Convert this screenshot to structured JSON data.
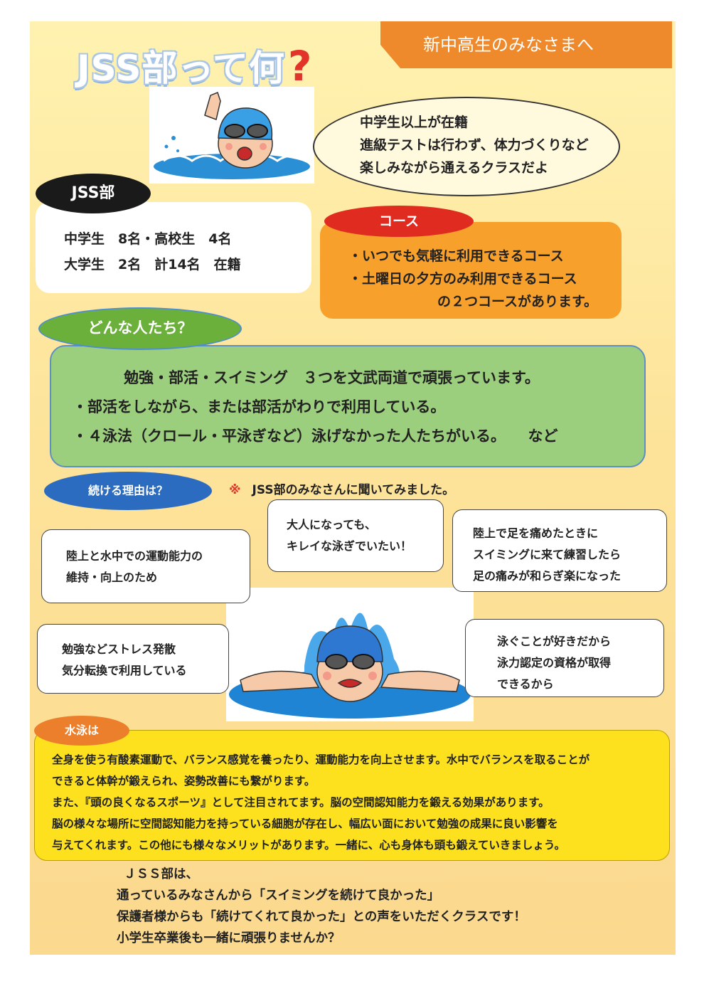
{
  "header": {
    "title": "JSS部って何",
    "title_mark": "?",
    "banner": "新中高生のみなさまへ"
  },
  "intro_bubble": {
    "lines": [
      "中学生以上が在籍",
      "進級テストは行わず、体力づくりなど",
      "楽しみながら通えるクラスだよ"
    ]
  },
  "jss": {
    "label": "JSS部",
    "lines": [
      "中学生　8名・高校生　4名",
      "大学生　2名　計14名　在籍"
    ]
  },
  "course": {
    "label": "コース",
    "lines": [
      "・いつでも気軽に利用できるコース",
      "・土曜日の夕方のみ利用できるコース",
      "の２つコースがあります。"
    ]
  },
  "who": {
    "label": "どんな人たち？",
    "lines": [
      "勉強・部活・スイミング　３つを文武両道で頑張っています。",
      "・部活をしながら、または部活がわりで利用している。",
      "・４泳法（クロール・平泳ぎなど）泳げなかった人たちがいる。　　など"
    ]
  },
  "reasons": {
    "label": "続ける理由は？",
    "note_mark": "※",
    "note": "JSS部のみなさんに聞いてみました。",
    "bubbles": [
      [
        "陸上と水中での運動能力の",
        "維持・向上のため"
      ],
      [
        "大人になっても、",
        "キレイな泳ぎでいたい！"
      ],
      [
        "陸上で足を痛めたときに",
        "スイミングに来て練習したら",
        "足の痛みが和らぎ楽になった"
      ],
      [
        "勉強などストレス発散",
        "気分転換で利用している"
      ],
      [
        "泳ぐことが好きだから",
        "泳力認定の資格が取得",
        "できるから"
      ]
    ]
  },
  "swimming": {
    "label": "水泳は",
    "lines": [
      "全身を使う有酸素運動で、バランス感覚を養ったり、運動能力を向上させます。水中でバランスを取ることが",
      "できると体幹が鍛えられ、姿勢改善にも繋がります。",
      "また、『頭の良くなるスポーツ』として注目されてます。脳の空間認知能力を鍛える効果があります。",
      "脳の様々な場所に空間認知能力を持っている細胞が存在し、幅広い面において勉強の成果に良い影響を",
      "与えてくれます。この他にも様々なメリットがあります。一緒に、心も身体も頭も鍛えていきましょう。"
    ]
  },
  "closing": {
    "lines": [
      "ＪＳＳ部は、",
      "通っているみなさんから「スイミングを続けて良かった」",
      "保護者様からも「続けてくれて良かった」との声をいただくクラスです！",
      "小学生卒業後も一緒に頑張りませんか？"
    ]
  },
  "colors": {
    "banner": "#ee8a2c",
    "course_box": "#f7a12c",
    "course_pill": "#e02c20",
    "who_box": "#9ccf7d",
    "who_pill": "#6bb03a",
    "reason_pill": "#2b6cc0",
    "swim_box": "#fde11f",
    "swim_pill": "#ec7f2b",
    "title_mark": "#e2342a"
  },
  "illustrations": [
    "swimmer-cap-goggles-icon",
    "swimmer-butterfly-icon"
  ]
}
